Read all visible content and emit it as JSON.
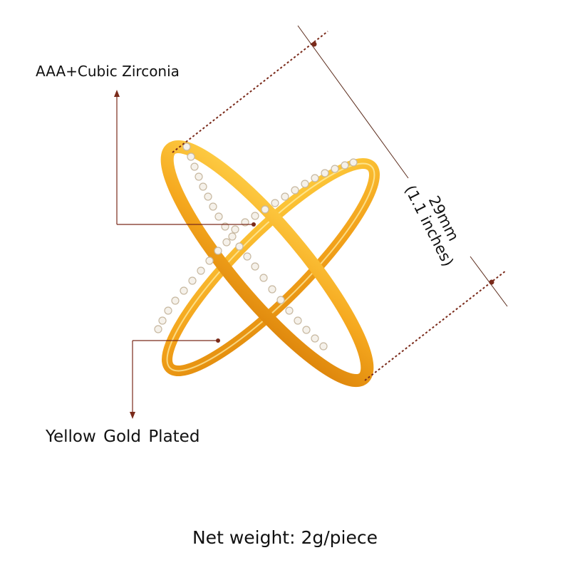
{
  "labels": {
    "stones": "AAA+Cubic Zirconia",
    "plating": "Yellow Gold Plated",
    "weight": "Net weight: 2g/piece"
  },
  "dimension": {
    "metric": "29mm",
    "imperial": "(1.1 inches)"
  },
  "colors": {
    "gold_light": "#ffd24a",
    "gold_mid": "#f5a81e",
    "gold_dark": "#d97f08",
    "stone": "#f5f1ea",
    "stone_edge": "#c7b8a0",
    "leader_line": "#7a2a1a",
    "background": "#ffffff"
  }
}
